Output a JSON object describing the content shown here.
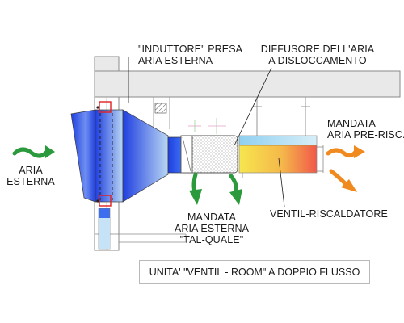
{
  "labels": {
    "inductor": "\"INDUTTORE\" PRESA\nARIA ESTERNA",
    "diffuser": "DIFFUSORE DELL'ARIA\nA DISLOCCAMENTO",
    "supply_preheated": "MANDATA\nARIA PRE-RISC.",
    "outside_air": "ARIA\nESTERNA",
    "supply_raw": "MANDATA\nARIA ESTERNA\n\"TAL-QUALE\"",
    "fan_heater": "VENTIL-RISCALDATORE"
  },
  "caption": "UNITA' \"VENTIL - ROOM\" A DOPPIO FLUSSO",
  "colors": {
    "intake_blue": "#1f3fe0",
    "outlet_blue": "#a9ccf0",
    "arrow_green": "#2a9a3c",
    "arrow_orange": "#f08a1e",
    "heater_yellow": "#f5e04a",
    "heater_red": "#f0584a",
    "marker_red": "#e02020"
  }
}
